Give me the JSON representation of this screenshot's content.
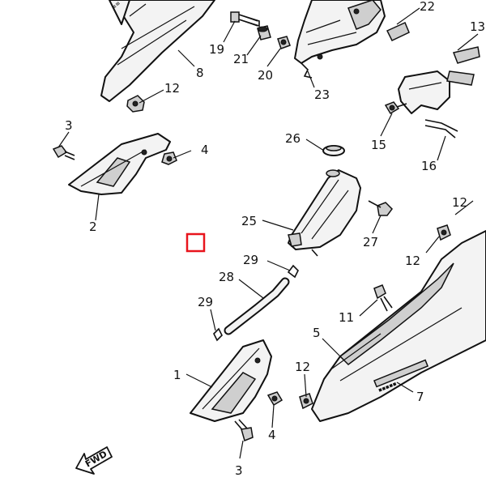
{
  "callouts": [
    {
      "id": "c1",
      "text": "1"
    },
    {
      "id": "c2",
      "text": "2"
    },
    {
      "id": "c3a",
      "text": "3"
    },
    {
      "id": "c3b",
      "text": "3"
    },
    {
      "id": "c4a",
      "text": "4"
    },
    {
      "id": "c4b",
      "text": "4"
    },
    {
      "id": "c5",
      "text": "5"
    },
    {
      "id": "c7",
      "text": "7"
    },
    {
      "id": "c8",
      "text": "8"
    },
    {
      "id": "c11",
      "text": "11"
    },
    {
      "id": "c12a",
      "text": "12"
    },
    {
      "id": "c12b",
      "text": "12"
    },
    {
      "id": "c12c",
      "text": "12"
    },
    {
      "id": "c12d",
      "text": "12"
    },
    {
      "id": "c13",
      "text": "13"
    },
    {
      "id": "c15",
      "text": "15"
    },
    {
      "id": "c16",
      "text": "16"
    },
    {
      "id": "c19",
      "text": "19"
    },
    {
      "id": "c20",
      "text": "20"
    },
    {
      "id": "c21",
      "text": "21"
    },
    {
      "id": "c22",
      "text": "22"
    },
    {
      "id": "c23",
      "text": "23"
    },
    {
      "id": "c25",
      "text": "25"
    },
    {
      "id": "c26",
      "text": "26"
    },
    {
      "id": "c27",
      "text": "27"
    },
    {
      "id": "c28",
      "text": "28"
    },
    {
      "id": "c29a",
      "text": "29"
    },
    {
      "id": "c29b",
      "text": "29"
    }
  ],
  "fwd_arrow": {
    "text": "FWD"
  },
  "colors": {
    "highlight_box": "#e8141c",
    "ink": "#111111"
  }
}
